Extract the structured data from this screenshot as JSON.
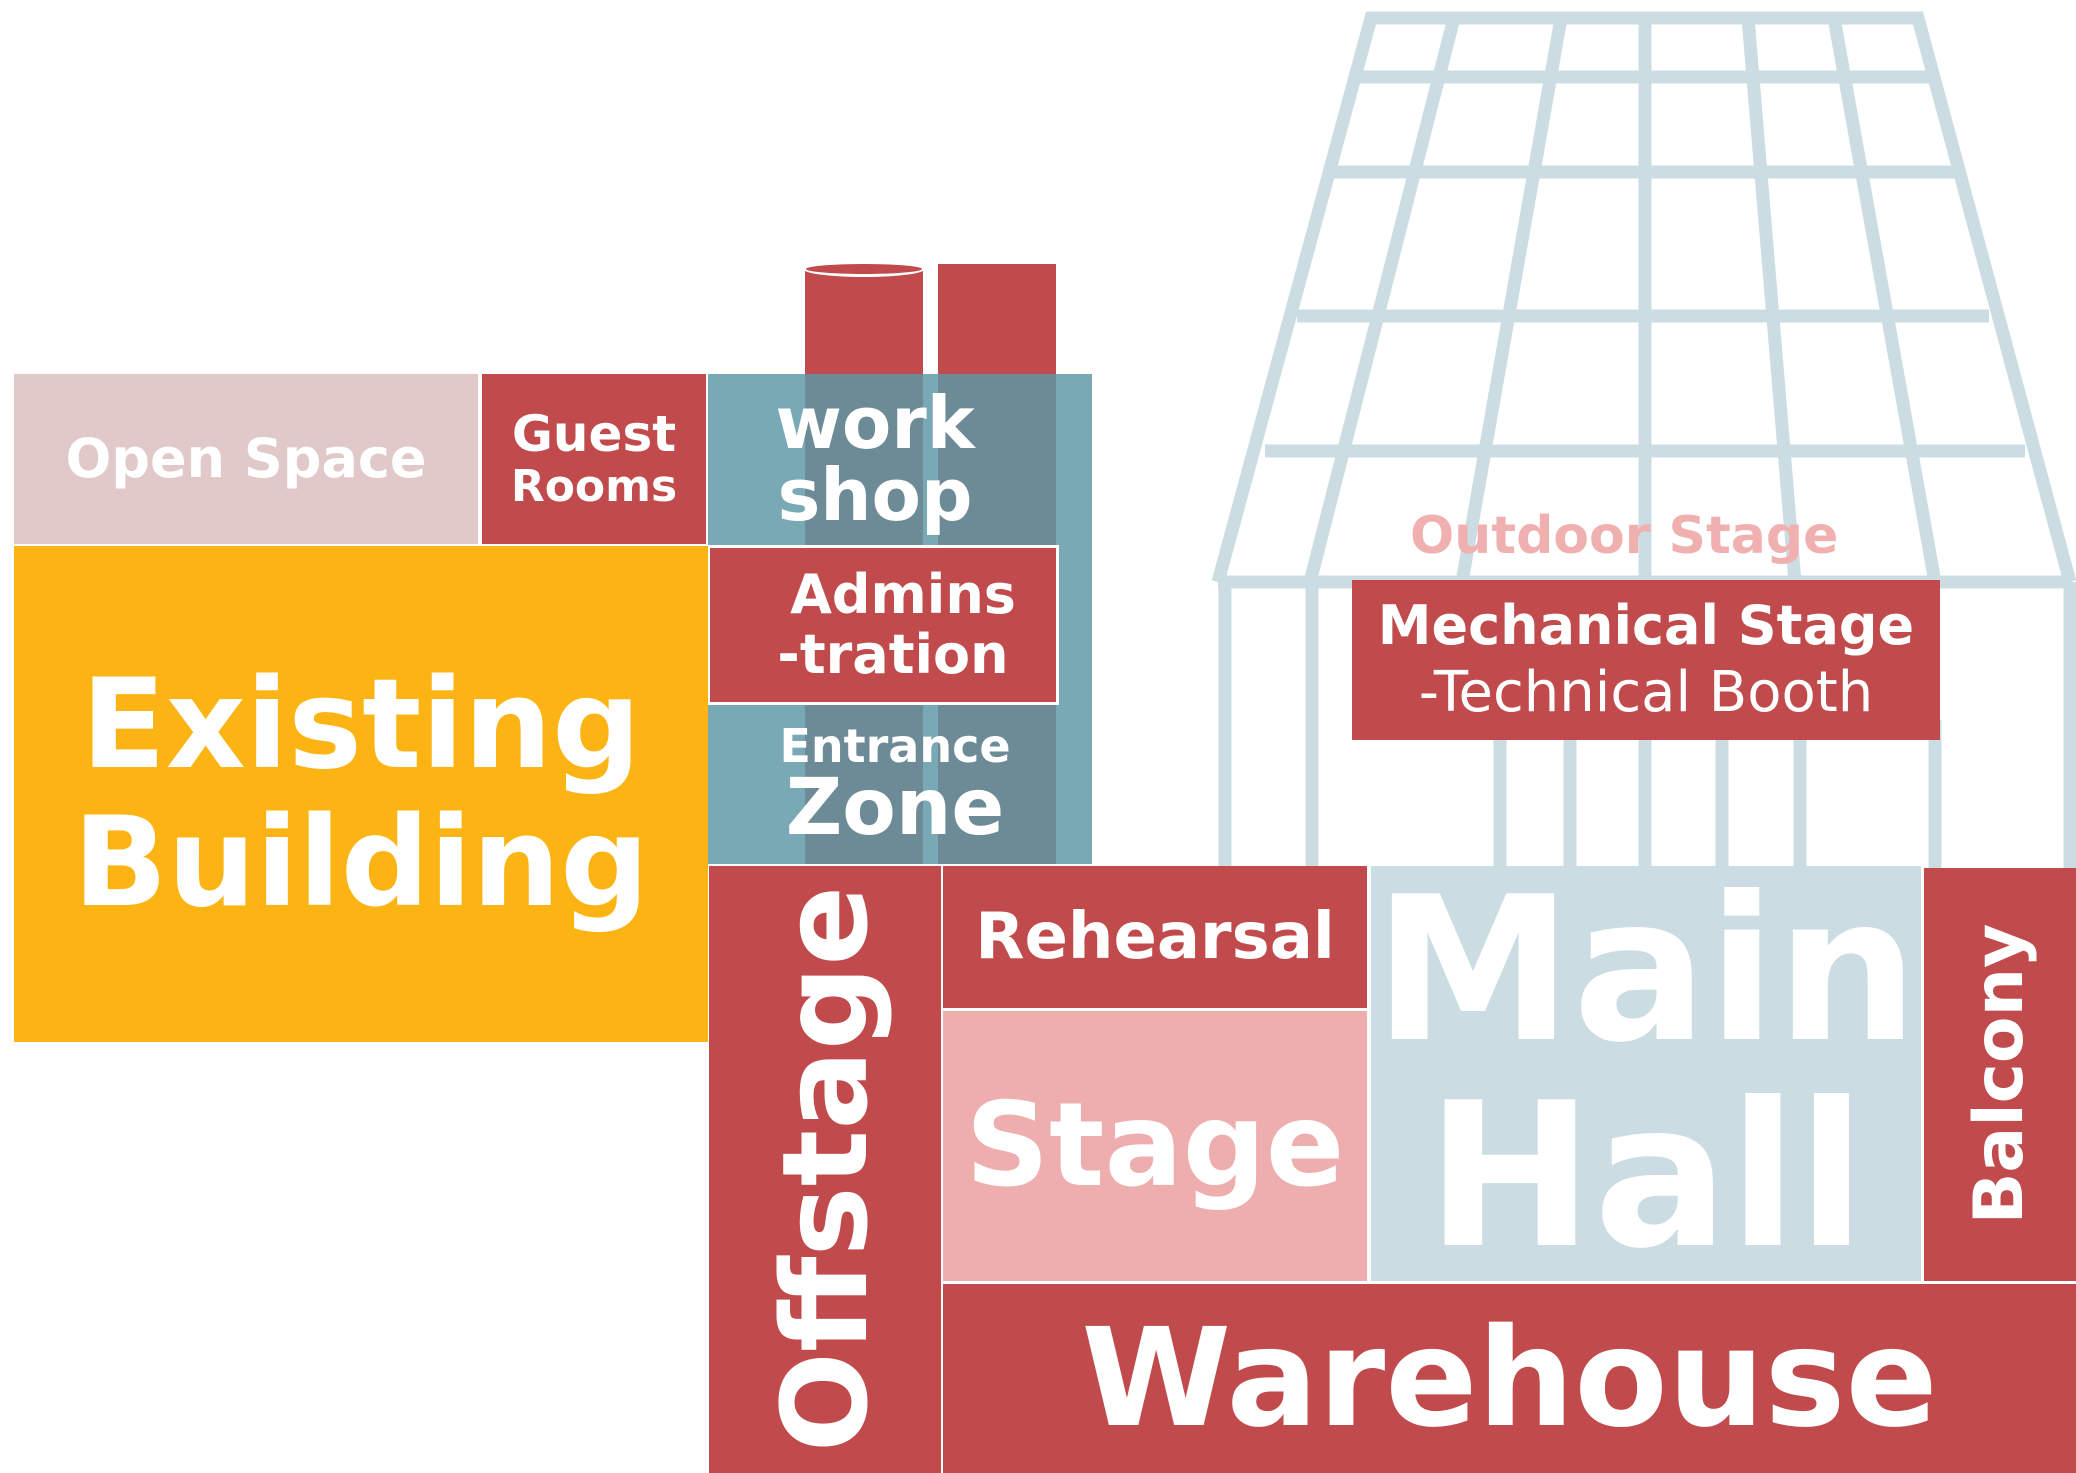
{
  "colors": {
    "red": "#c14a4c",
    "pink": "#efaeae",
    "blush": "#e1c9ca",
    "yellow": "#fcb415",
    "teal": "#79a9b5",
    "slate": "#6b8690",
    "paleblue": "#cbdde2",
    "white": "#ffffff",
    "outdoor_text": "#f0b0b0"
  },
  "labels": {
    "open_space": "Open Space",
    "guest_rooms_1": "Guest",
    "guest_rooms_2": "Rooms",
    "workshop_1": "work",
    "workshop_2": "shop",
    "administration_1": "Admins",
    "administration_2": "-tration",
    "entrance_1": "Entrance",
    "entrance_2": "Zone",
    "existing_1": "Existing",
    "existing_2": "Building",
    "outdoor_stage": "Outdoor Stage",
    "mechanical_stage": "Mechanical Stage",
    "technical_booth": "-Technical Booth",
    "offstage": "Offstage",
    "rehearsal": "Rehearsal",
    "stage": "Stage",
    "main_1": "Main",
    "main_2": "Hall",
    "balcony": "Balcony",
    "warehouse": "Warehouse"
  }
}
